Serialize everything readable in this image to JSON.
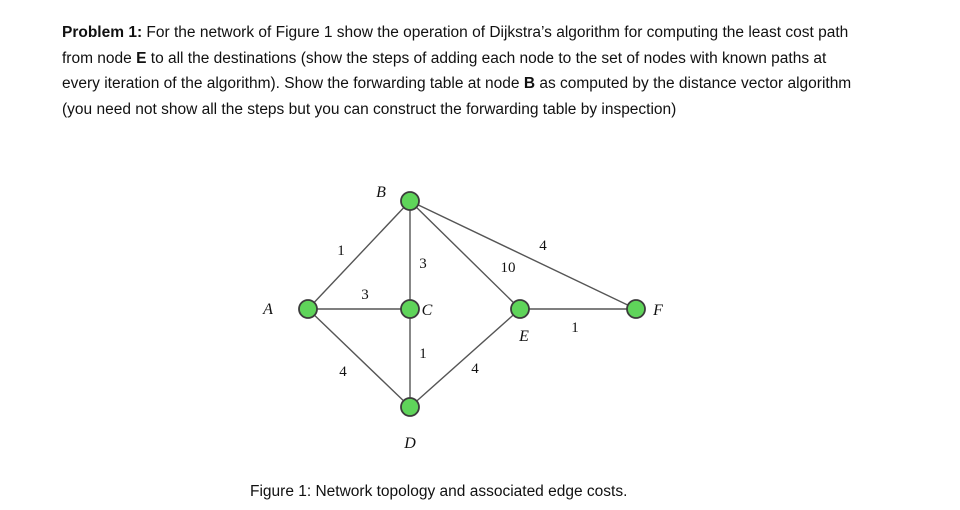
{
  "problem": {
    "label": "Problem 1:",
    "segments": [
      " For the network of Figure 1 show the operation of Dijkstra’s algorithm for computing the least cost path from node ",
      "E",
      " to all the destinations (show the steps of adding each node to the set of nodes with known paths at every iteration of the algorithm).  Show the forwarding table at node ",
      "B",
      " as computed by the distance vector algorithm (you need not show all the steps but you can construct the forwarding table by inspection)"
    ]
  },
  "figure": {
    "caption": "Figure 1: Network topology and associated edge costs.",
    "node_fill": "#5fd45a",
    "node_stroke": "#3c3c3c",
    "edge_color": "#555555",
    "nodes": [
      {
        "id": "A",
        "label": "A"
      },
      {
        "id": "B",
        "label": "B"
      },
      {
        "id": "C",
        "label": "C"
      },
      {
        "id": "D",
        "label": "D"
      },
      {
        "id": "E",
        "label": "E"
      },
      {
        "id": "F",
        "label": "F"
      }
    ],
    "edges": [
      {
        "from": "A",
        "to": "B",
        "cost": "1"
      },
      {
        "from": "A",
        "to": "C",
        "cost": "3"
      },
      {
        "from": "A",
        "to": "D",
        "cost": "4"
      },
      {
        "from": "B",
        "to": "C",
        "cost": "3"
      },
      {
        "from": "B",
        "to": "E",
        "cost": "10"
      },
      {
        "from": "B",
        "to": "F",
        "cost": "4"
      },
      {
        "from": "C",
        "to": "D",
        "cost": "1"
      },
      {
        "from": "D",
        "to": "E",
        "cost": "4"
      },
      {
        "from": "E",
        "to": "F",
        "cost": "1"
      }
    ]
  }
}
